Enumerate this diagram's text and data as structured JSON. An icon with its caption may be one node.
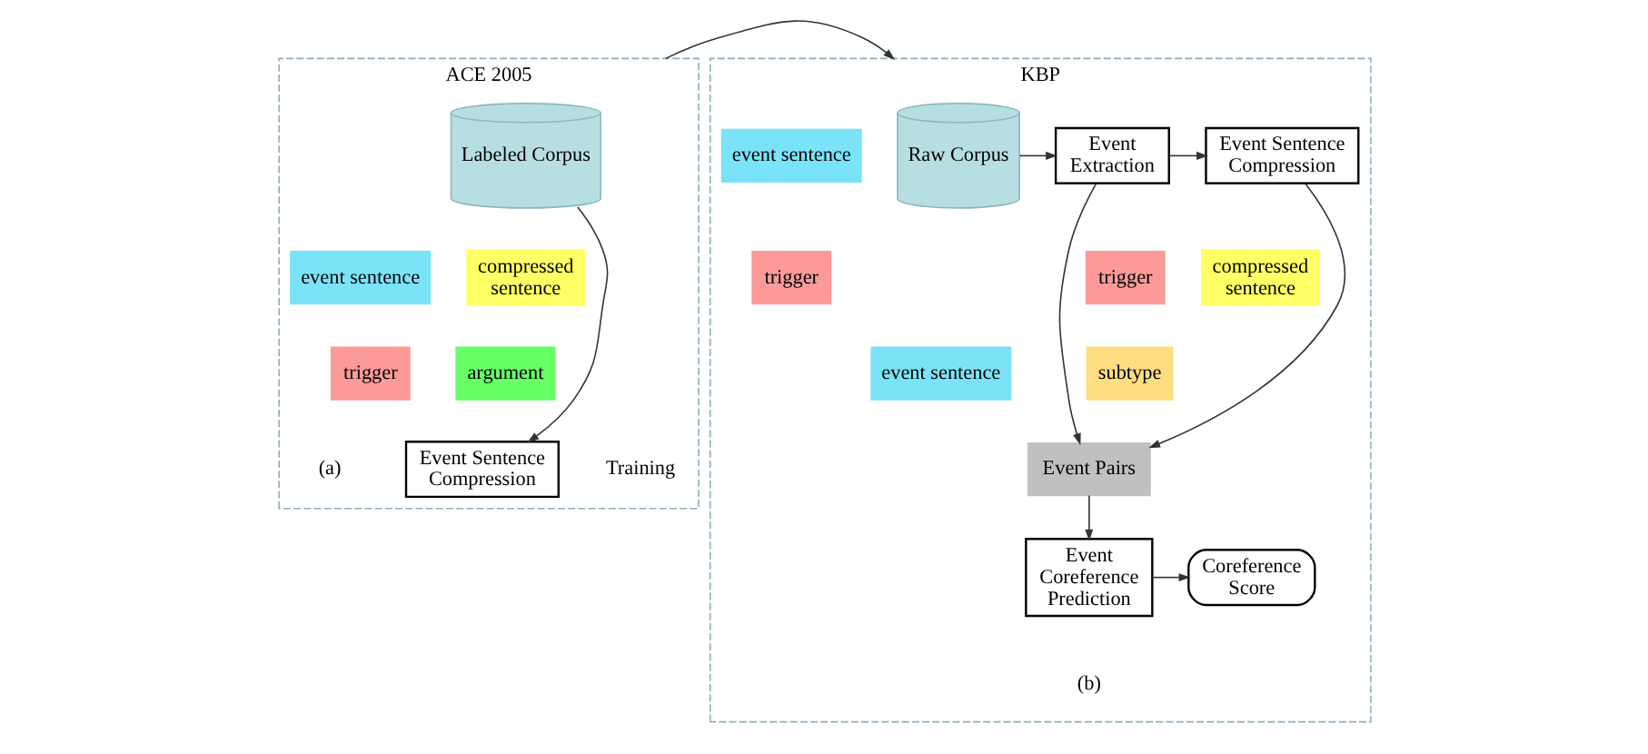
{
  "diagram": {
    "nodes": [
      {
        "text": [
          "ACE 2005"
        ]
      },
      {
        "text": [
          "Labeled Corpus"
        ],
        "in": 0
      },
      {
        "text": [
          "event sentence"
        ],
        "in": 0
      },
      {
        "text": [
          "compressed sentence"
        ],
        "in": 0
      },
      {
        "text": [
          "trigger"
        ],
        "in": 0
      },
      {
        "text": [
          "argument"
        ],
        "in": 0
      },
      {
        "text": [
          "Event Sentence Compression"
        ],
        "in": 0,
        "beside": [
          "Training"
        ]
      },
      {
        "text": [
          "KBP"
        ]
      },
      {
        "text": [
          "Raw Corpus"
        ],
        "in": 7
      },
      {
        "text": [
          "Event Extraction"
        ],
        "in": 7
      },
      {
        "text": [
          "event sentence"
        ],
        "in": 7
      },
      {
        "text": [
          "trigger"
        ],
        "in": 7
      },
      {
        "text": [
          "Event Sentence Compression"
        ],
        "in": 7
      },
      {
        "text": [
          "trigger"
        ],
        "in": 7
      },
      {
        "text": [
          "subtype"
        ],
        "in": 7
      },
      {
        "text": [
          "event sentence"
        ],
        "in": 7
      },
      {
        "text": [
          "compressed sentence"
        ],
        "in": 7
      },
      {
        "text": [
          "Event Pairs"
        ],
        "in": 7
      },
      {
        "text": [
          "Event Coreference Prediction"
        ],
        "in": 7
      },
      {
        "text": [
          "Coreference Score"
        ],
        "in": 7
      }
    ],
    "edges": [
      {
        "from": 1,
        "to": 6,
        "arrow": "to"
      },
      {
        "from": 0,
        "to": 7,
        "arrow": "to"
      },
      {
        "from": 8,
        "to": 9,
        "arrow": "to"
      },
      {
        "from": 9,
        "to": 12,
        "arrow": "to"
      },
      {
        "from": 9,
        "to": 17,
        "arrow": "to"
      },
      {
        "from": 12,
        "to": 17,
        "arrow": "to"
      },
      {
        "from": 17,
        "to": 18,
        "arrow": "to"
      },
      {
        "from": 18,
        "to": 19,
        "arrow": "to"
      }
    ],
    "labels": [
      "(a)",
      "(b)"
    ]
  }
}
